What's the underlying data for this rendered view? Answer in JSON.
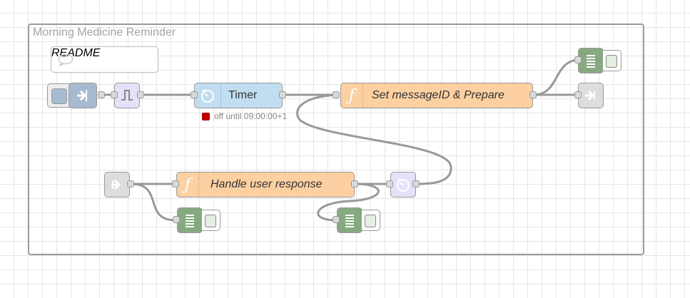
{
  "flow": {
    "group_label": "Morning Medicine Reminder",
    "comment_label": "README",
    "timer_label": "Timer",
    "timer_status": "off until 09:00:00+1",
    "function1_label": "Set messageID & Prepare",
    "function2_label": "Handle user response"
  },
  "colors": {
    "inject": "#a6bbcf",
    "trigger": "#e6e0f8",
    "timer": "#c0def0",
    "function": "#fdd0a2",
    "debug": "#87a980",
    "link": "#dddddd",
    "status_red": "#c00000"
  },
  "icons": {
    "inject": "arrow-in-icon",
    "trigger": "trigger-pulse-icon",
    "timer": "clock-icon",
    "function": "function-icon",
    "debug": "list-lines-icon",
    "link": "link-arrow-icon",
    "comment": "speech-bubble-icon"
  }
}
